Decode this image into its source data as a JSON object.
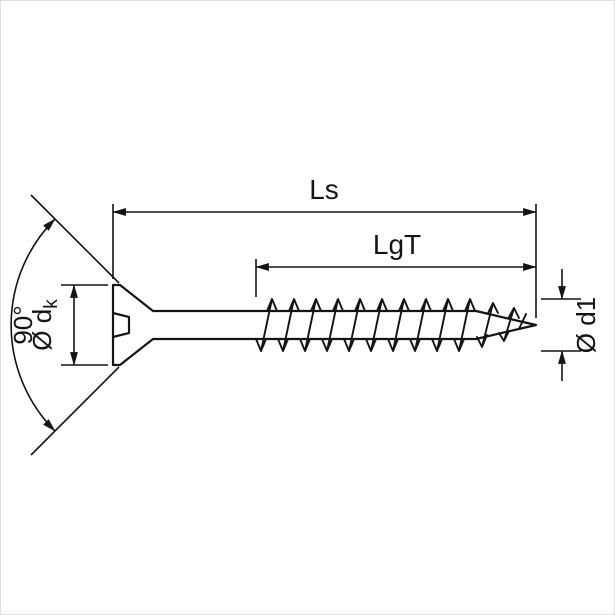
{
  "diagram": {
    "name": "countersunk-screw-dimension-drawing",
    "labels": {
      "total_length": "Ls",
      "thread_length": "LgT",
      "head_angle": "90°",
      "head_diameter_prefix": "Ø d",
      "head_diameter_sub": "k",
      "thread_diameter": "Ø d1"
    },
    "colors": {
      "line": "#141414",
      "background": "#ffffff"
    }
  }
}
